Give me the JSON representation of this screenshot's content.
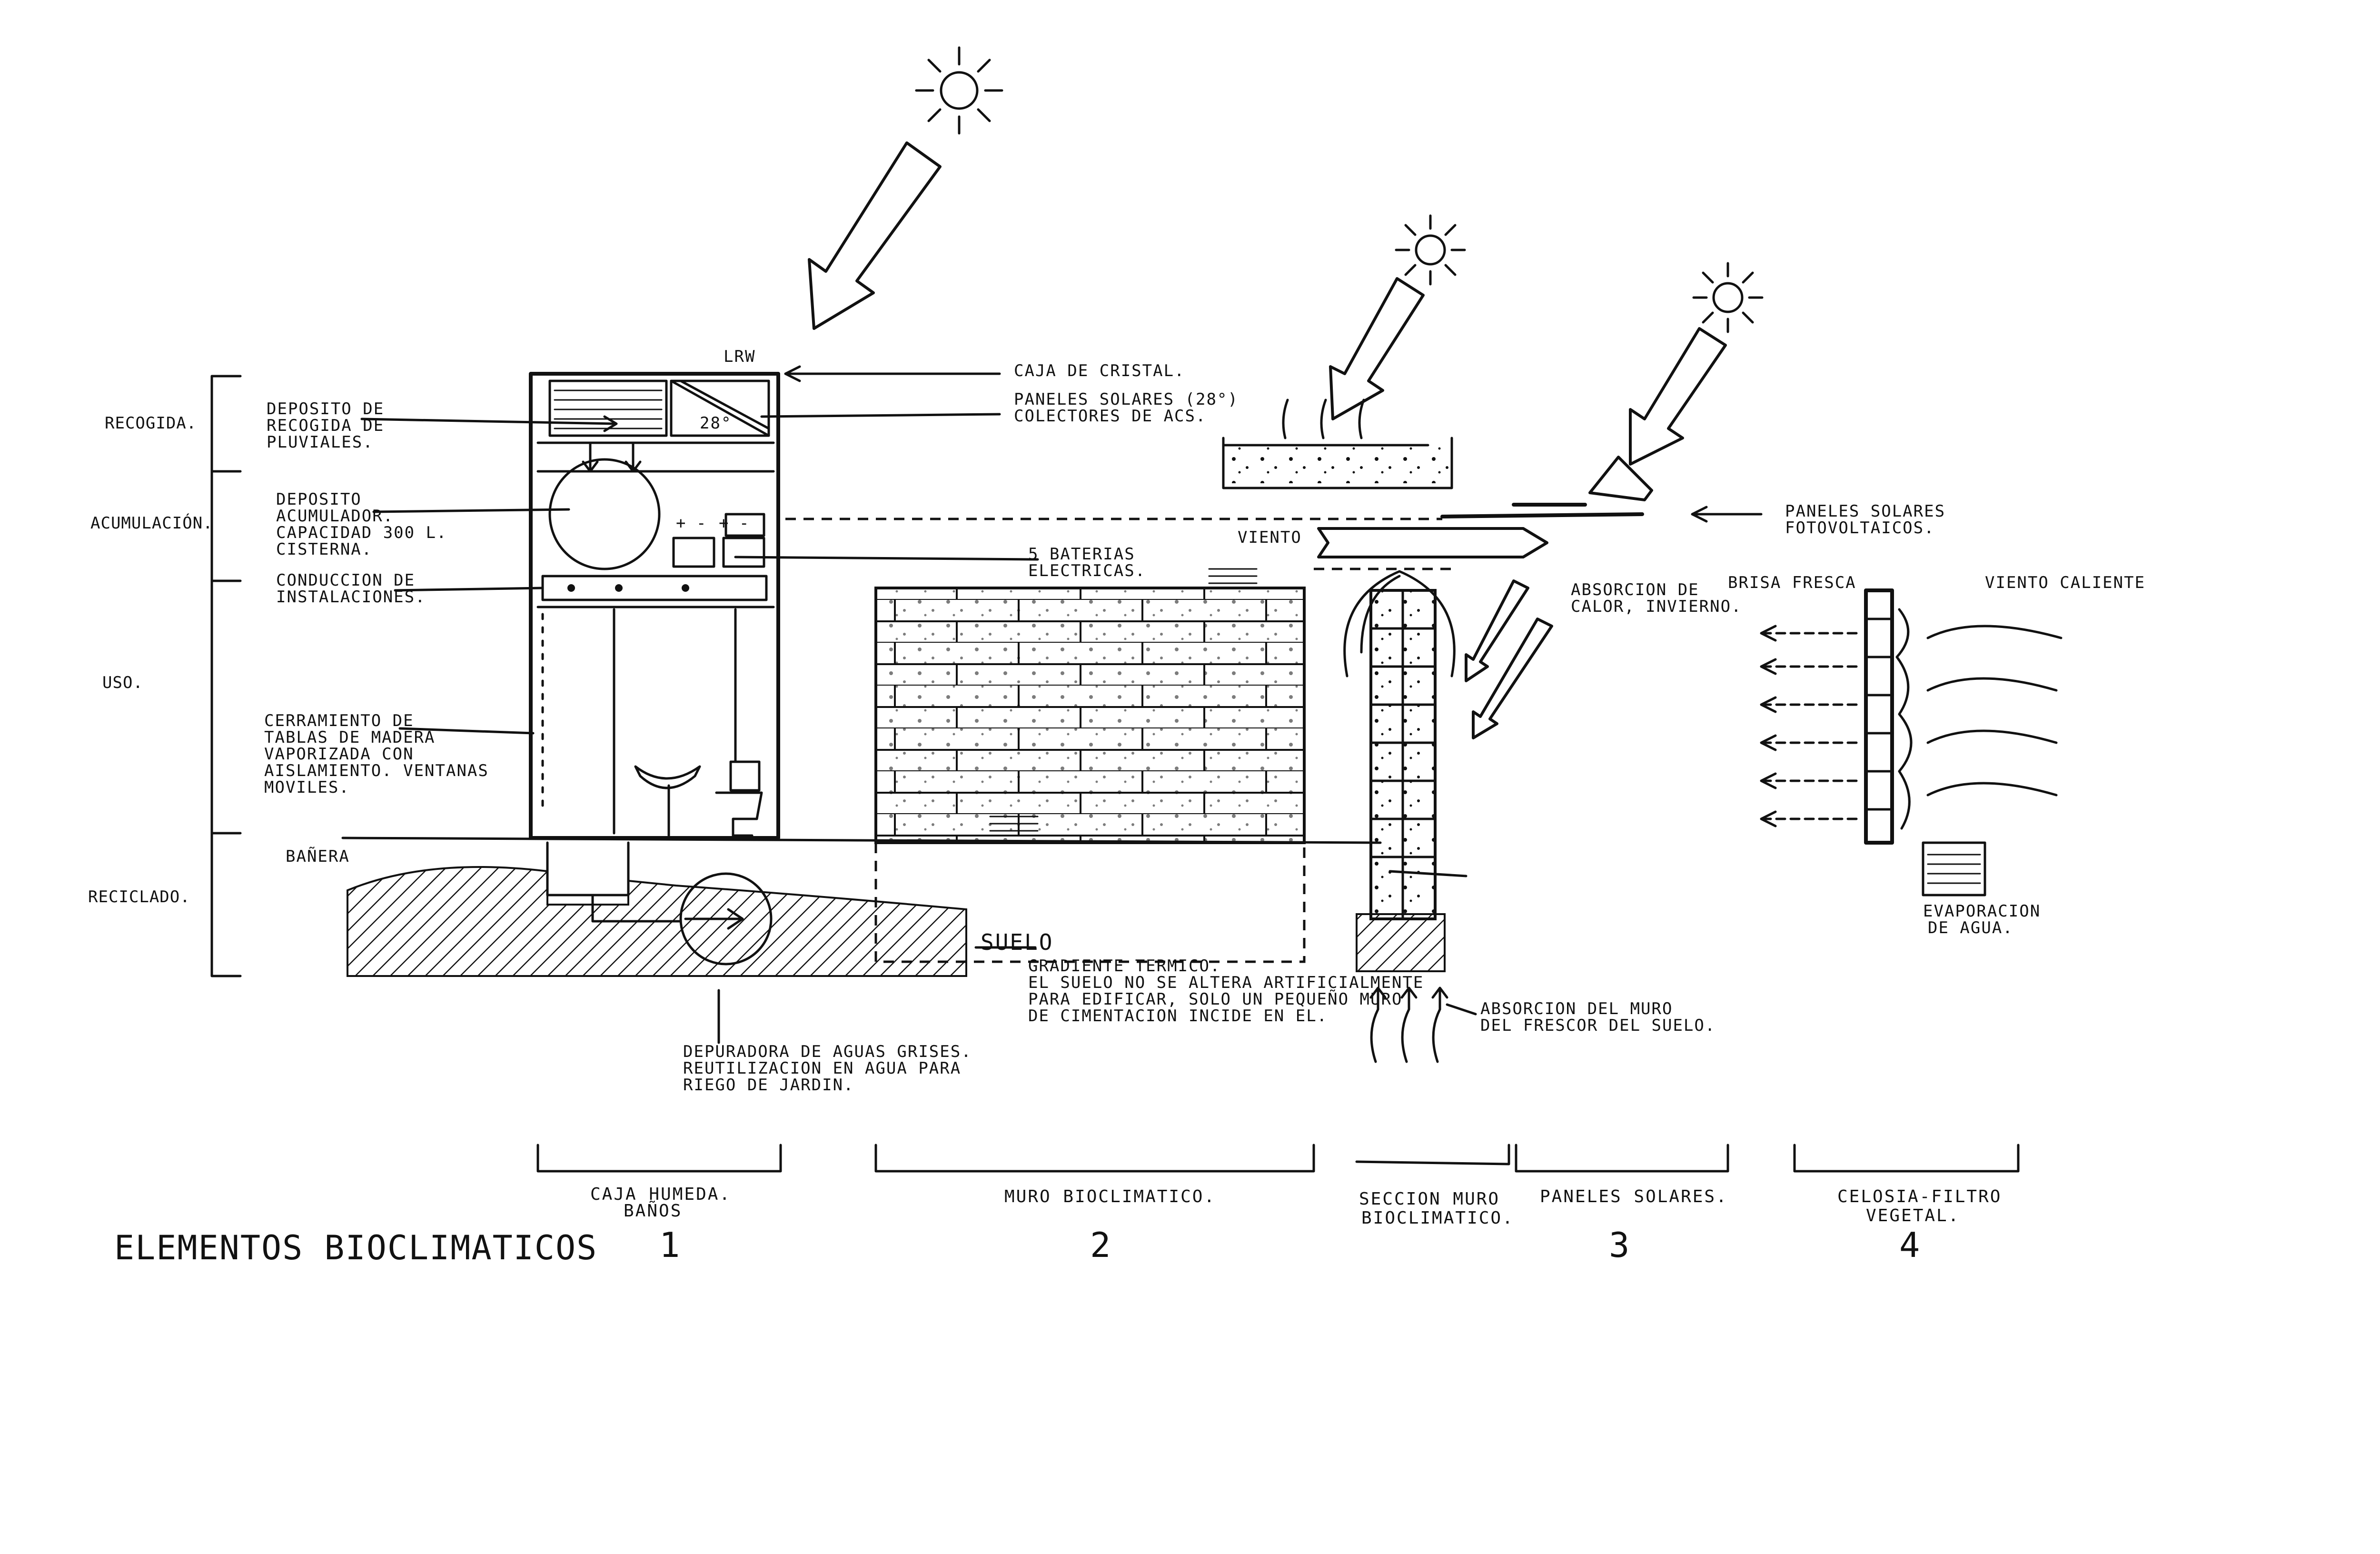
{
  "title": "ELEMENTOS BIOCLIMATICOS",
  "stages": {
    "recogida": "RECOGIDA.",
    "acumulacion": "ACUMULACIÓN.",
    "uso": "USO.",
    "reciclado": "RECICLADO."
  },
  "labels": {
    "lrw": "LRW",
    "angle": "28°",
    "caja_cristal": "CAJA DE CRISTAL.",
    "paneles_28_l1": "PANELES SOLARES (28°)",
    "paneles_28_l2": "COLECTORES DE ACS.",
    "deposito_recogida_l1": "DEPOSITO DE",
    "deposito_recogida_l2": "RECOGIDA DE",
    "deposito_recogida_l3": "PLUVIALES.",
    "deposito_acum_l1": "DEPOSITO",
    "deposito_acum_l2": "ACUMULADOR.",
    "deposito_acum_l3": "CAPACIDAD 300 L.",
    "deposito_acum_l4": "CISTERNA.",
    "conduccion_l1": "CONDUCCION DE",
    "conduccion_l2": "INSTALACIONES.",
    "baterias_l1": "5 BATERIAS",
    "baterias_l2": "ELECTRICAS.",
    "cerramiento_l1": "CERRAMIENTO DE",
    "cerramiento_l2": "TABLAS DE MADERA",
    "cerramiento_l3": "VAPORIZADA CON",
    "cerramiento_l4": "AISLAMIENTO. VENTANAS",
    "cerramiento_l5": "MOVILES.",
    "banera": "BAÑERA",
    "depuradora_l1": "DEPURADORA DE AGUAS GRISES.",
    "depuradora_l2": "REUTILIZACION EN AGUA PARA",
    "depuradora_l3": "RIEGO DE JARDIN.",
    "suelo": "SUELO",
    "suelo_l1": "GRADIENTE TERMICO.",
    "suelo_l2": "EL SUELO NO SE ALTERA ARTIFICIALMENTE",
    "suelo_l3": "PARA EDIFICAR, SOLO UN PEQUEÑO MURO",
    "suelo_l4": "DE CIMENTACION INCIDE EN EL.",
    "viento": "VIENTO",
    "absorcion_calor_l1": "ABSORCION DE",
    "absorcion_calor_l2": "CALOR, INVIERNO.",
    "absorcion_muro_l1": "ABSORCION DEL MURO",
    "absorcion_muro_l2": "DEL FRESCOR DEL SUELO.",
    "paneles_foto_l1": "PANELES SOLARES",
    "paneles_foto_l2": "FOTOVOLTAICOS.",
    "brisa": "BRISA FRESCA",
    "viento_caliente": "VIENTO CALIENTE",
    "evaporacion_l1": "EVAPORACION",
    "evaporacion_l2": "DE AGUA."
  },
  "captions": [
    {
      "line1": "CAJA HUMEDA.",
      "line2": "BAÑOS",
      "number": "1"
    },
    {
      "line1": "MURO BIOCLIMATICO.",
      "line2": "",
      "number": "2"
    },
    {
      "line1": "SECCION MURO",
      "line2": "BIOCLIMATICO.",
      "number": ""
    },
    {
      "line1": "PANELES SOLARES.",
      "line2": "",
      "number": "3"
    },
    {
      "line1": "CELOSIA-FILTRO",
      "line2": "VEGETAL.",
      "number": "4"
    }
  ],
  "colors": {
    "ink": "#111111",
    "paper": "#ffffff"
  }
}
